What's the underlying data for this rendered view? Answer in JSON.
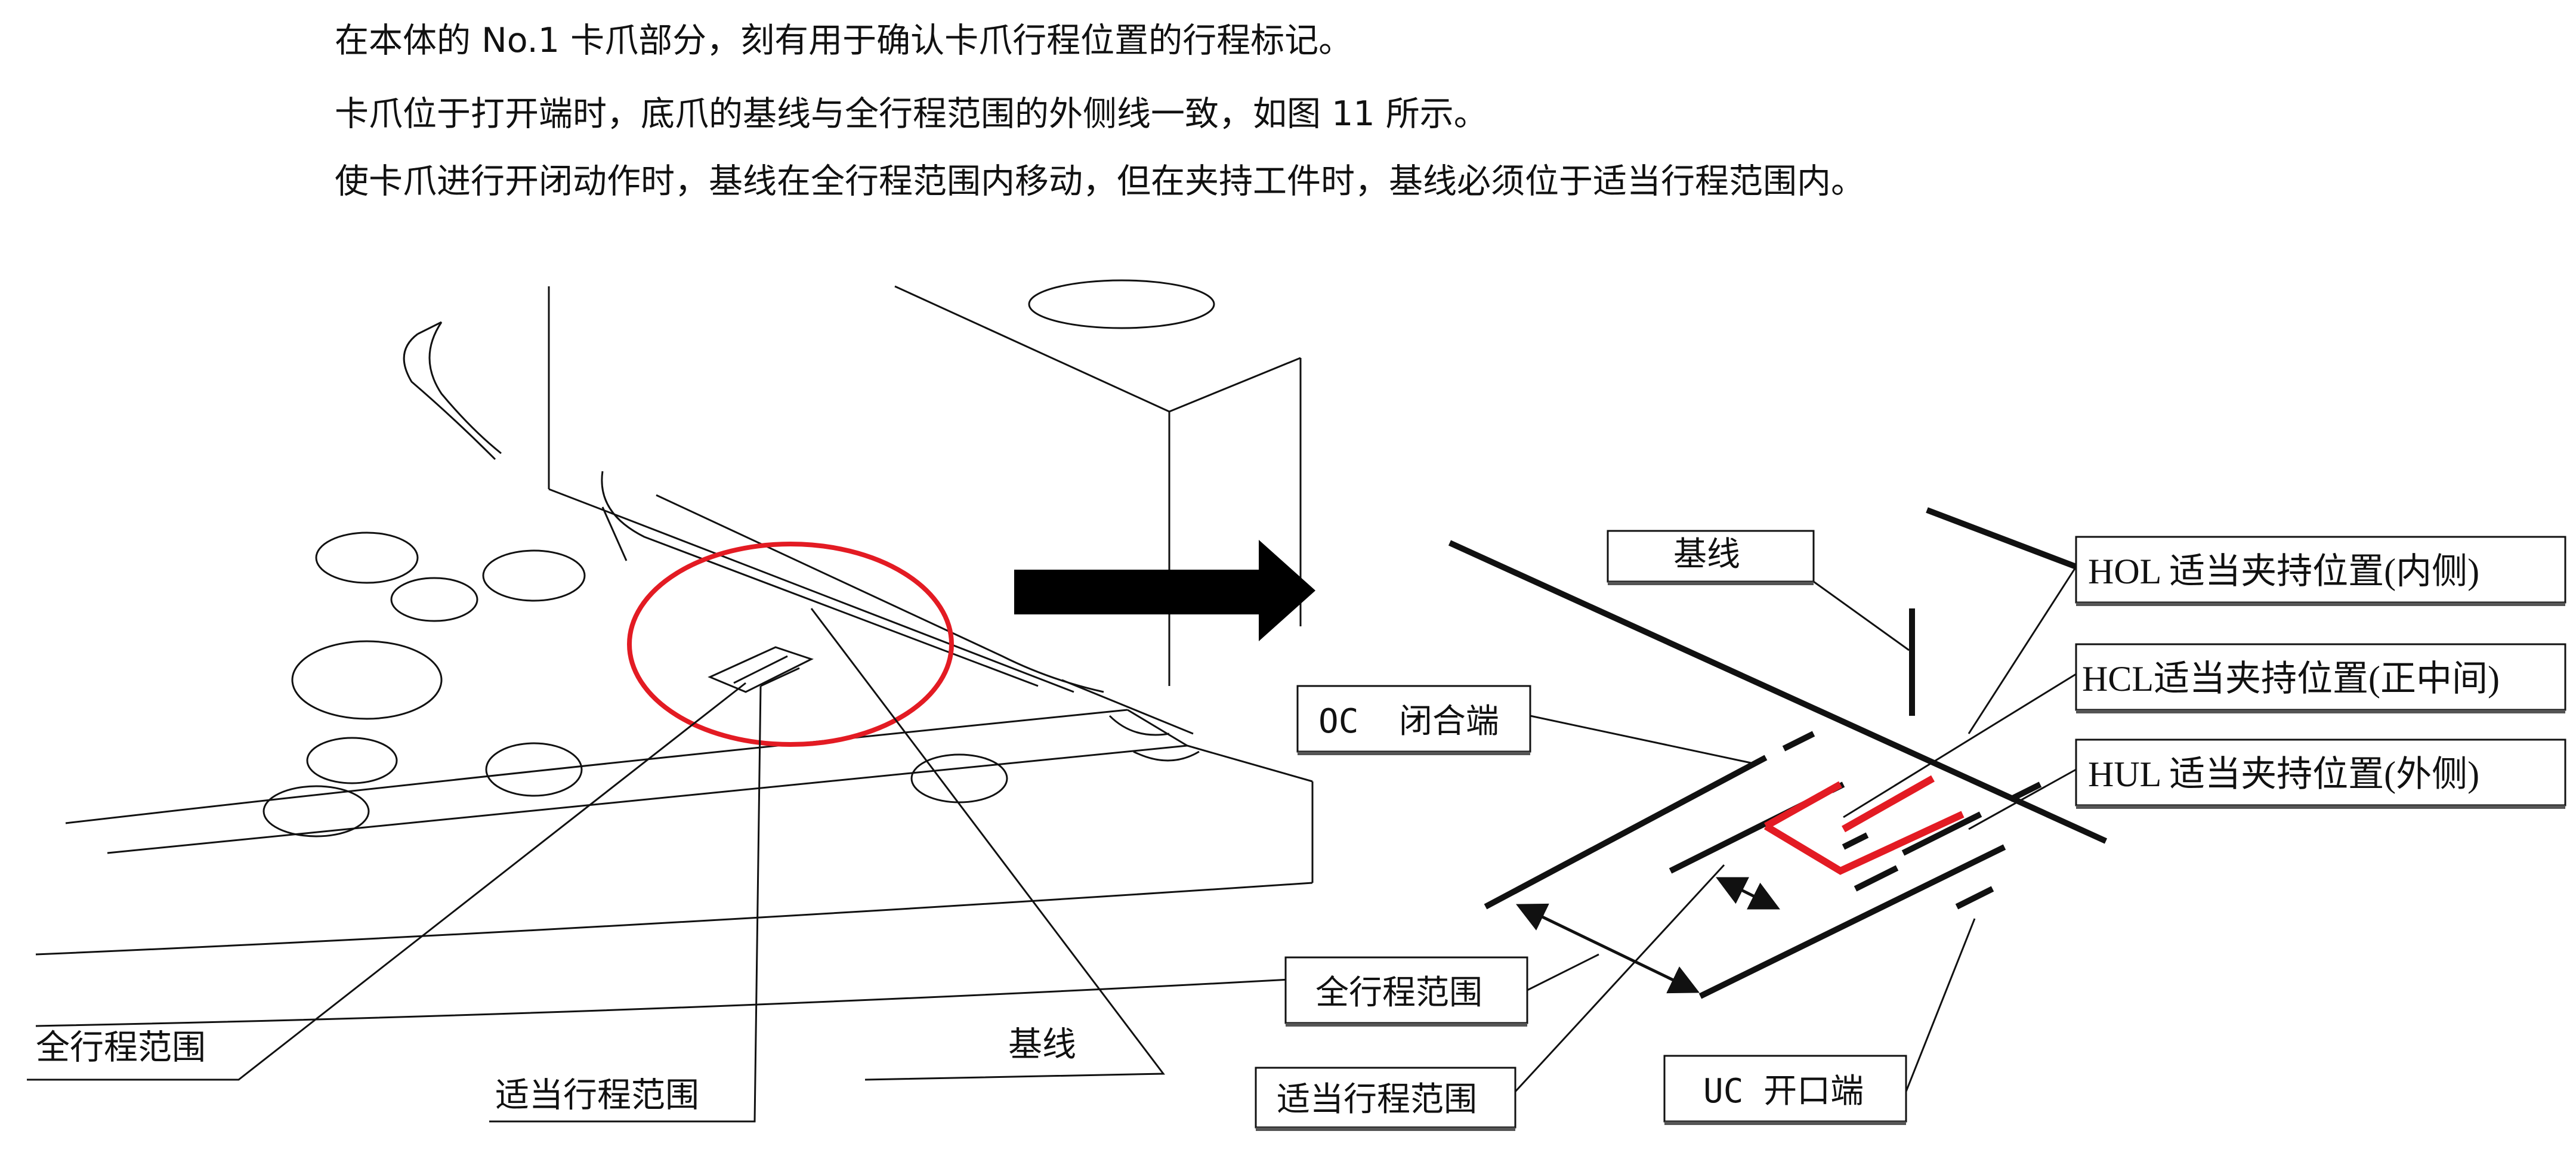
{
  "intro": {
    "line1": "在本体的 No.1 卡爪部分，刻有用于确认卡爪行程位置的行程标记。",
    "line2": "卡爪位于打开端时，底爪的基线与全行程范围的外侧线一致，如图 11 所示。",
    "line3": "使卡爪进行开闭动作时，基线在全行程范围内移动，但在夹持工件时，基线必须位于适当行程范围内。"
  },
  "left_figure": {
    "label_full_stroke": "全行程范围",
    "label_proper_stroke": "适当行程范围",
    "label_baseline": "基线"
  },
  "right_figure": {
    "label_baseline": "基线",
    "label_hol": "HOL 适当夹持位置(内侧)",
    "label_hcl": "HCL适当夹持位置(正中间)",
    "label_hul": "HUL 适当夹持位置(外侧)",
    "label_oc": "OC  闭合端",
    "label_full_stroke": "全行程范围",
    "label_proper_stroke": "适当行程范围",
    "label_uc": "UC 开口端"
  },
  "colors": {
    "ink": "#111111",
    "highlight_red": "#e31b23",
    "background": "#ffffff"
  }
}
